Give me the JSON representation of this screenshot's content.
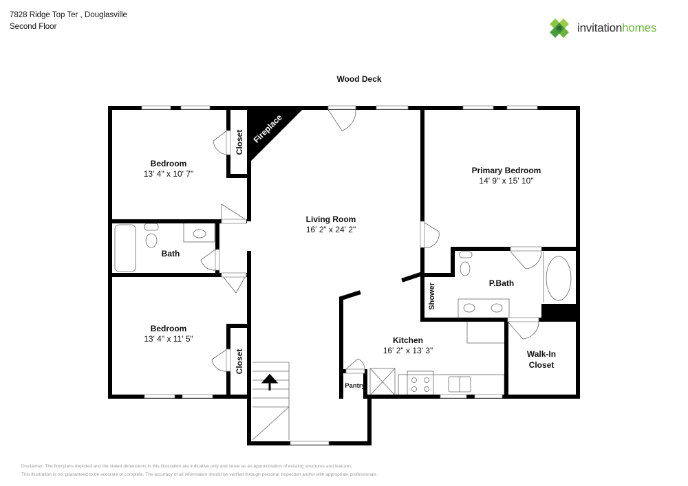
{
  "header": {
    "address": "7828 Ridge Top Ter , Douglasville",
    "floor": "Second Floor"
  },
  "logo": {
    "word1": "invitation",
    "word2": "homes",
    "colors": {
      "dark": "#2b2b2b",
      "green": "#6cb33f",
      "light_green": "#9dcc4a",
      "dark_green": "#3d8b3d"
    }
  },
  "plan": {
    "exterior": {
      "label": "Wood Deck"
    },
    "rooms": [
      {
        "id": "bedroom-1",
        "name": "Bedroom",
        "dimensions": "13' 4\" x 10' 7\""
      },
      {
        "id": "bedroom-2",
        "name": "Bedroom",
        "dimensions": "13' 4\" x 11' 5\""
      },
      {
        "id": "living-room",
        "name": "Living Room",
        "dimensions": "16' 2\" x 24' 2\""
      },
      {
        "id": "primary-bedroom",
        "name": "Primary Bedroom",
        "dimensions": "14' 9\" x 15' 10\""
      },
      {
        "id": "kitchen",
        "name": "Kitchen",
        "dimensions": "16' 2\" x 13' 3\""
      },
      {
        "id": "bath",
        "name": "Bath",
        "dimensions": ""
      },
      {
        "id": "p-bath",
        "name": "P.Bath",
        "dimensions": ""
      },
      {
        "id": "walk-in-closet",
        "name": "Walk-In Closet",
        "line1": "Walk-In",
        "line2": "Closet"
      },
      {
        "id": "closet-1",
        "name": "Closet"
      },
      {
        "id": "closet-2",
        "name": "Closet"
      },
      {
        "id": "shower",
        "name": "Shower"
      },
      {
        "id": "pantry",
        "name": "Pantry"
      },
      {
        "id": "fireplace",
        "name": "Fireplace"
      }
    ],
    "wall_color": "#000000",
    "fixture_color": "#555555"
  },
  "disclaimer": {
    "line1": "Disclaimer: The floorplans depicted and the stated dimensions in this illustration are indicative only and serve as an approximation of existing structures and features.",
    "line2": "This illustration is not guaranteed to be accurate or complete. The accuracy of all information should be verified through personal inspection and/or with appropriate professionals."
  }
}
